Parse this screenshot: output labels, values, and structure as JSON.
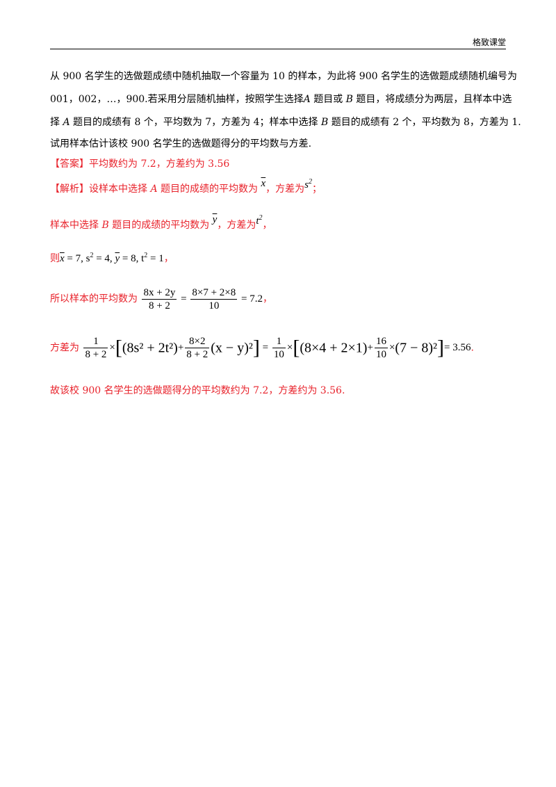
{
  "header": {
    "brand": "格致课堂"
  },
  "question": {
    "line1": "从 900 名学生的选做题成绩中随机抽取一个容量为 10 的样本，为此将 900 名学生的选做题成绩随机编号为",
    "line2_a": "001，002，…，900.若采用分层随机抽样，按照学生选择",
    "letter_a": "A",
    "line2_b": " 题目或 ",
    "letter_b": "B",
    "line2_c": " 题目，将成绩分为两层，且样本中选",
    "line3_a": "择 ",
    "line3_b": " 题目的成绩有 8 个，平均数为 7，方差为 4；样本中选择 ",
    "line3_c": " 题目的成绩有 2 个，平均数为 8，方差为 1.",
    "line4": "试用样本估计该校 900 名学生的选做题得分的平均数与方差."
  },
  "answer": {
    "tag": "【答案】",
    "text": "平均数约为 7.2，方差约为 3.56"
  },
  "analysis": {
    "tag": "【解析】",
    "l1_a": "设样本中选择 ",
    "l1_b": " 题目的成绩的平均数为",
    "l1_c": "，方差为",
    "l1_d": "；",
    "l2_a": "样本中选择 ",
    "l2_b": " 题目的成绩的平均数为",
    "l2_c": "，方差为",
    "l2_d": "，",
    "l3_a": "则",
    "l3_end": "，",
    "l4_a": "所以样本的平均数为",
    "l4_end": "，",
    "l5_a": "方差为",
    "l5_end": ".",
    "conclusion": "故该校 900 名学生的选做题得分的平均数约为 7.2，方差约为 3.56."
  },
  "symbols": {
    "x": "x",
    "y": "y",
    "s": "s",
    "t": "t",
    "two": "2"
  },
  "math": {
    "givens": " = 7, s",
    "givens_b": " = 4, ",
    "givens_c": " = 8, t",
    "givens_d": " = 1",
    "mean_num": "8x + 2y",
    "mean_den": "8 + 2",
    "mean_num2": "8×7 + 2×8",
    "mean_den2": "10",
    "mean_result": "= 7.2",
    "var_frac1_num": "1",
    "var_frac1_den": "8 + 2",
    "var_term1": "(8s² + 2t²)",
    "var_frac2_num": "8×2",
    "var_frac2_den": "8 + 2",
    "var_term2": "(x − y)²",
    "var_frac3_num": "1",
    "var_frac3_den": "10",
    "var_term3": "(8×4 + 2×1)",
    "var_frac4_num": "16",
    "var_frac4_den": "10",
    "var_term4": "(7 − 8)²",
    "var_result": "= 3.56"
  },
  "colors": {
    "accent": "#e8212a",
    "text": "#000000"
  }
}
